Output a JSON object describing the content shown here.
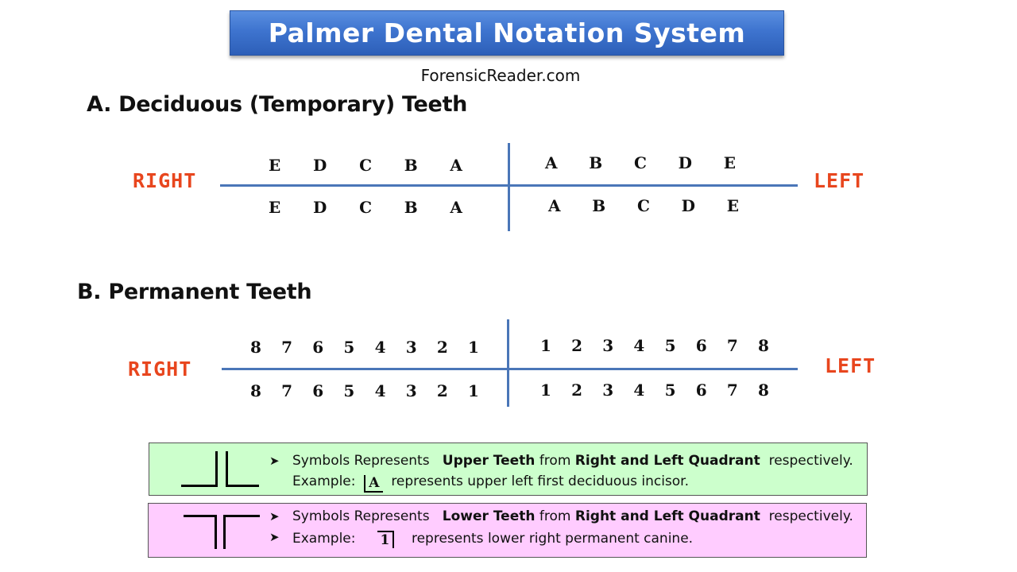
{
  "title": "Palmer Dental Notation System",
  "source": "ForensicReader.com",
  "section_a": {
    "heading": "A. Deciduous (Temporary) Teeth",
    "right_label": "RIGHT",
    "left_label": "LEFT",
    "upper_right": [
      "E",
      "D",
      "C",
      "B",
      "A"
    ],
    "upper_left": [
      "A",
      "B",
      "C",
      "D",
      "E"
    ],
    "lower_right": [
      "E",
      "D",
      "C",
      "B",
      "A"
    ],
    "lower_left": [
      "A",
      "B",
      "C",
      "D",
      "E"
    ]
  },
  "section_b": {
    "heading": "B. Permanent Teeth",
    "right_label": "RIGHT",
    "left_label": "LEFT",
    "upper_right": [
      "8",
      "7",
      "6",
      "5",
      "4",
      "3",
      "2",
      "1"
    ],
    "upper_left": [
      "1",
      "2",
      "3",
      "4",
      "5",
      "6",
      "7",
      "8"
    ],
    "lower_right": [
      "8",
      "7",
      "6",
      "5",
      "4",
      "3",
      "2",
      "1"
    ],
    "lower_left": [
      "1",
      "2",
      "3",
      "4",
      "5",
      "6",
      "7",
      "8"
    ]
  },
  "notes": {
    "upper": {
      "line1_prefix": "Symbols Represents",
      "line1_bold1": "Upper Teeth",
      "line1_mid": "from",
      "line1_bold2": "Right and Left Quadrant",
      "line1_suffix": "respectively.",
      "example_prefix": "Example:",
      "example_symbol": "A",
      "example_text": "represents upper left first deciduous incisor."
    },
    "lower": {
      "line1_prefix": "Symbols Represents",
      "line1_bold1": "Lower Teeth",
      "line1_mid": "from",
      "line1_bold2": "Right and Left Quadrant",
      "line1_suffix": "respectively.",
      "example_prefix": "Example:",
      "example_symbol": "1",
      "example_text": "represents lower right permanent canine."
    }
  },
  "colors": {
    "banner": "#3e74cf",
    "side_label": "#e8461e",
    "grid_line": "#4a76b8",
    "upper_box": "#ccffcc",
    "lower_box": "#ffccff"
  }
}
